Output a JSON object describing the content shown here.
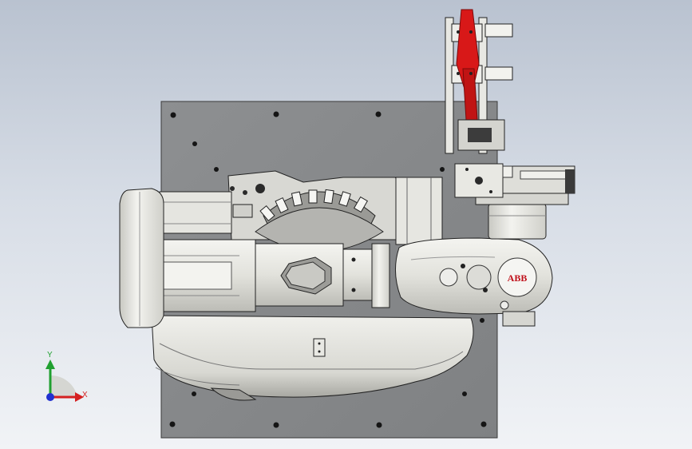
{
  "model": {
    "brand_label": "ABB",
    "brand_color": "#c0101a",
    "base_plate_color": "#8a8c8e",
    "body_color": "#ebebe6",
    "gripper_finger_color": "#d81818"
  },
  "triad": {
    "x_label": "X",
    "y_label": "Y",
    "x_color": "#d42020",
    "y_color": "#20a030",
    "z_color": "#2030d0"
  }
}
